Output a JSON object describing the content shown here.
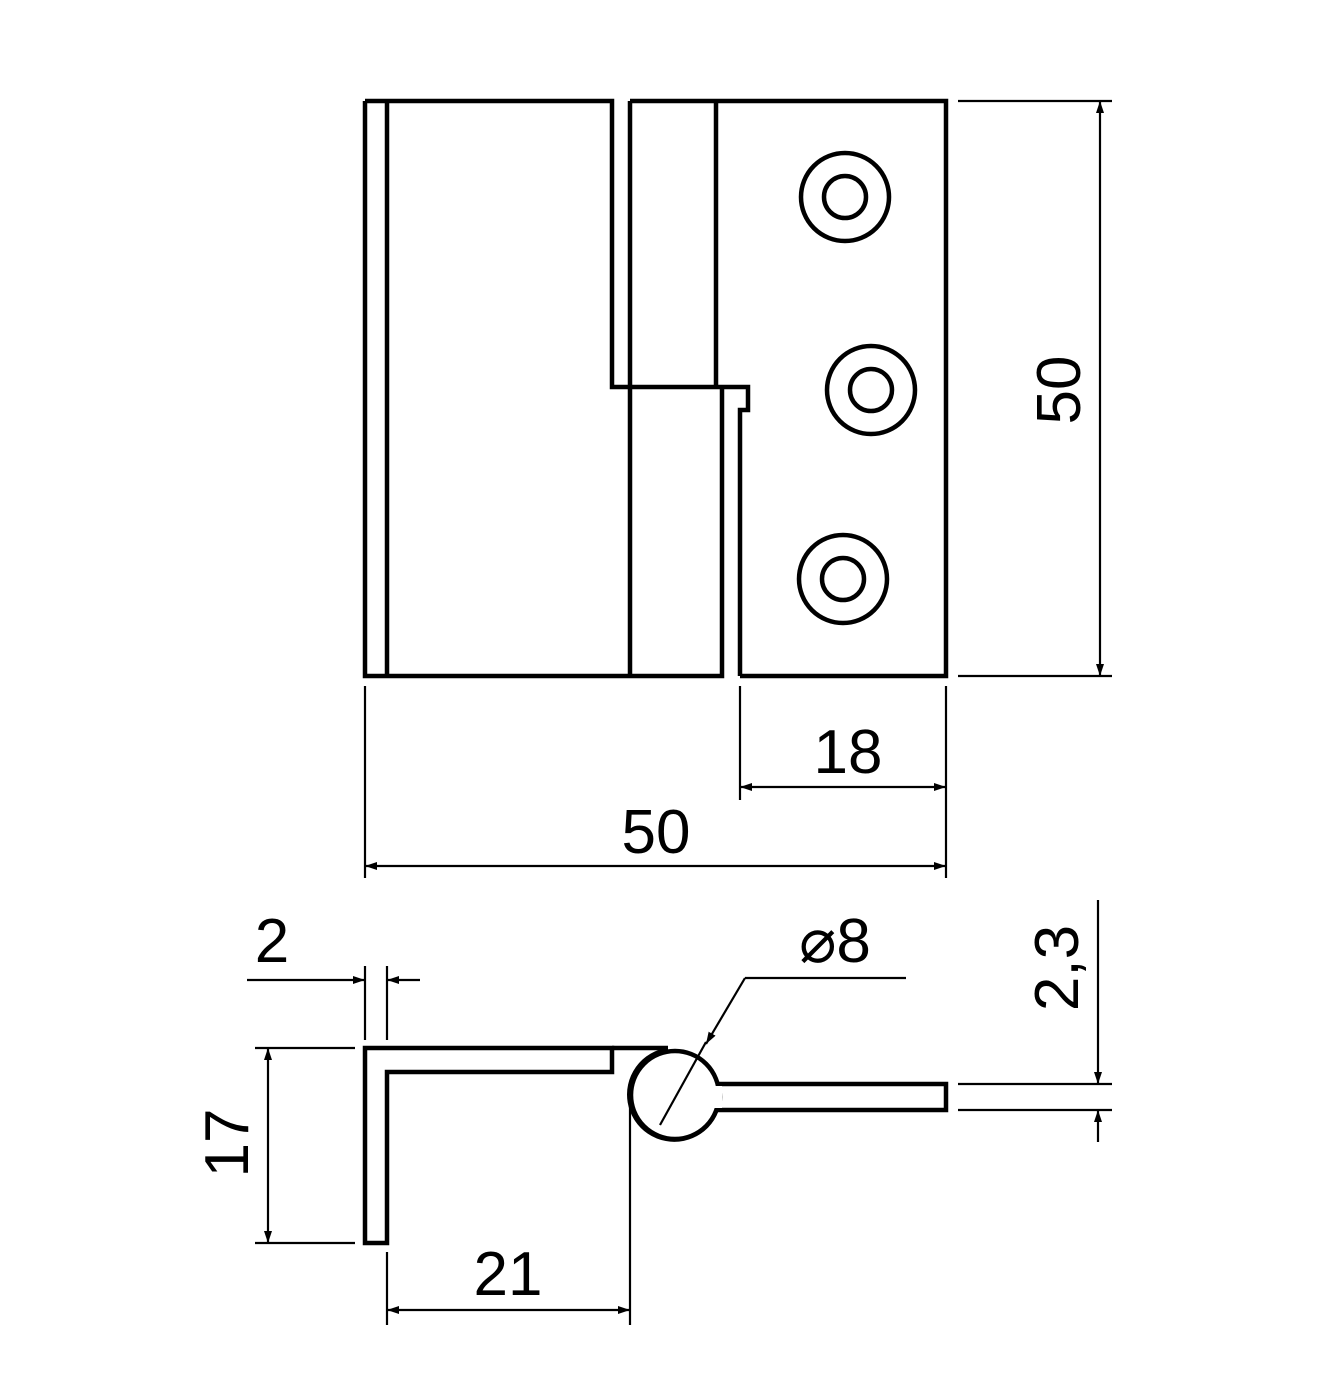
{
  "dimensions": {
    "front_height": "50",
    "front_width": "50",
    "leaf_width": "18",
    "thickness": "2",
    "pin_diameter": "⌀8",
    "leaf_thickness": "2,3",
    "bent_height": "17",
    "bent_width": "21"
  }
}
